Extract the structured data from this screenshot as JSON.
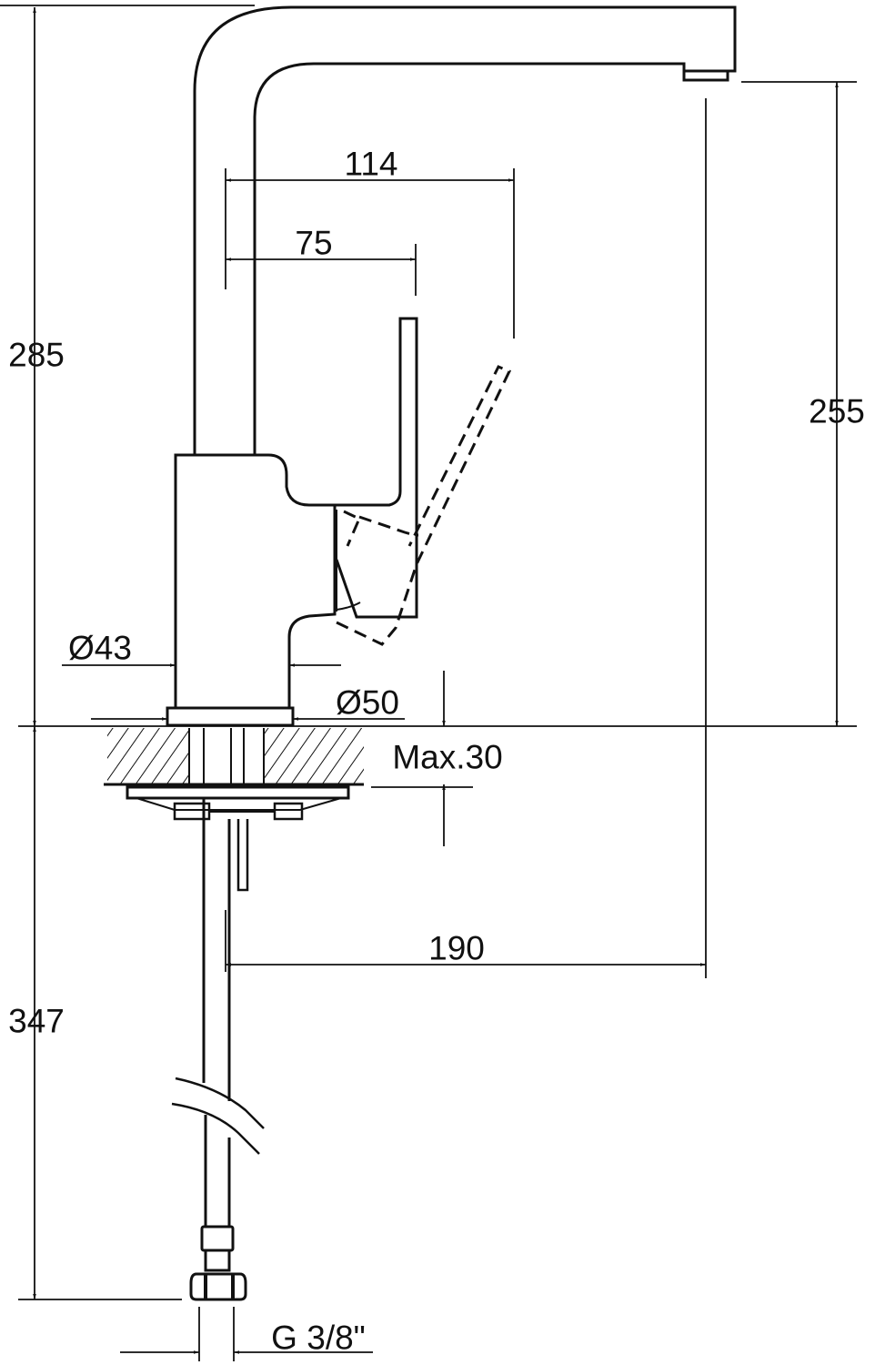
{
  "title": "Kitchen faucet dimension drawing",
  "dimensions": {
    "total_height": "285",
    "spout_height": "255",
    "handle_swing": "114",
    "handle_reach": "75",
    "body_diameter": "Ø43",
    "base_diameter": "Ø50",
    "max_counter_thickness": "Max.30",
    "spout_reach": "190",
    "hose_length": "347",
    "connection_thread": "G 3/8\""
  },
  "colors": {
    "line": "#111111",
    "background": "#ffffff"
  }
}
